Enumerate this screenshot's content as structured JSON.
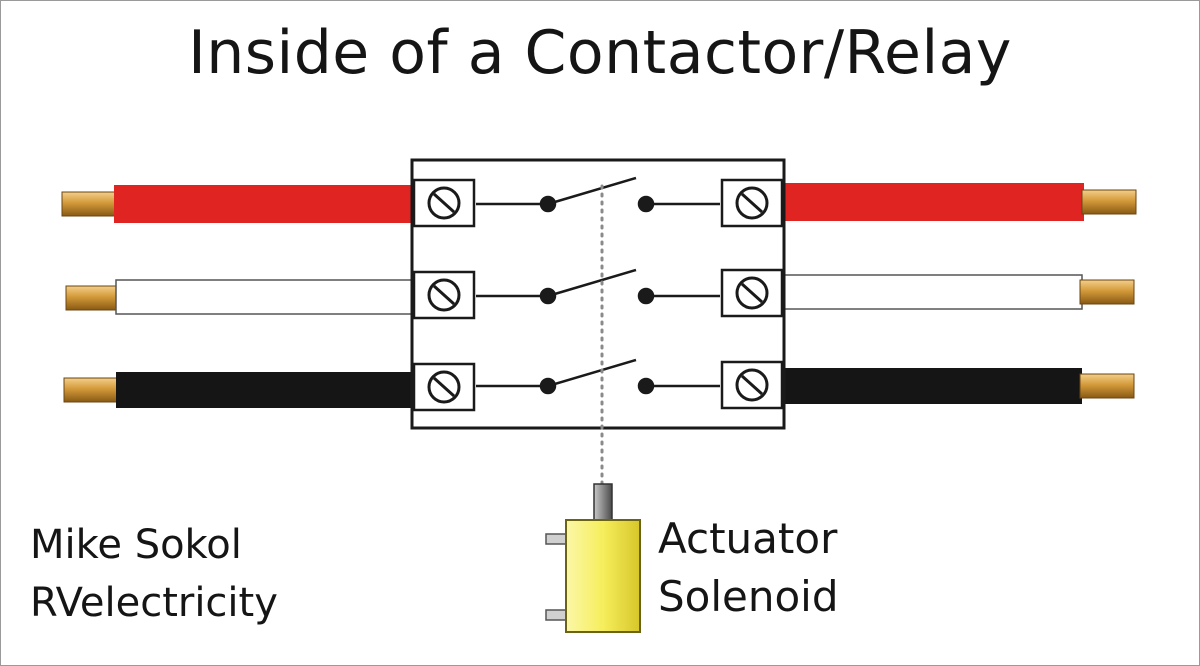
{
  "title": "Inside of a Contactor/Relay",
  "credit": {
    "author": "Mike Sokol",
    "site": "RVelectricity"
  },
  "solenoid": {
    "line1": "Actuator",
    "line2": "Solenoid"
  },
  "colors": {
    "wire_red": "#e02422",
    "wire_white": "#ffffff",
    "wire_black": "#151515",
    "copper": "#c8892a",
    "housing_outline": "#1a1a1a",
    "solenoid_body": "#f3ec55",
    "plunger": "#8a8a8a"
  },
  "poles": [
    {
      "name": "pole-1",
      "wire_color": "red"
    },
    {
      "name": "pole-2",
      "wire_color": "white"
    },
    {
      "name": "pole-3",
      "wire_color": "black"
    }
  ]
}
